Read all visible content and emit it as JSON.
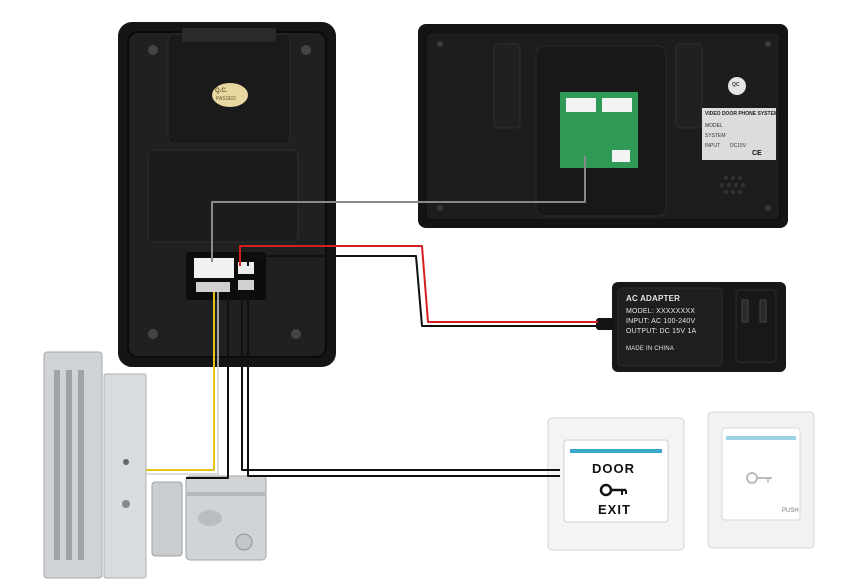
{
  "outdoor_unit": {
    "badge_line1": "Q.C.",
    "badge_line2": "PASSED"
  },
  "monitor": {
    "badge": "QC",
    "label_title": "VIDEO DOOR PHONE SYSTEM",
    "label_model": "MODEL",
    "label_system": "SYSTEM",
    "label_input": "INPUT",
    "label_input_value": "DC15V",
    "label_marks": "CE"
  },
  "adapter": {
    "title": "AC ADAPTER",
    "line1": "MODEL: XXXXXXXX",
    "line2": "INPUT: AC 100-240V",
    "line3": "OUTPUT: DC 15V 1A",
    "line4": "MADE IN CHINA"
  },
  "exit_button": {
    "line1": "DOOR",
    "line2": "EXIT"
  },
  "push_button": {
    "label": "PUSH"
  },
  "colors": {
    "device_black": "#161616",
    "wire_red": "#d42020",
    "wire_black": "#111111",
    "wire_grey": "#8a8a8a",
    "wire_yellow": "#e8c21a",
    "pcb_green": "#2f9a55"
  }
}
